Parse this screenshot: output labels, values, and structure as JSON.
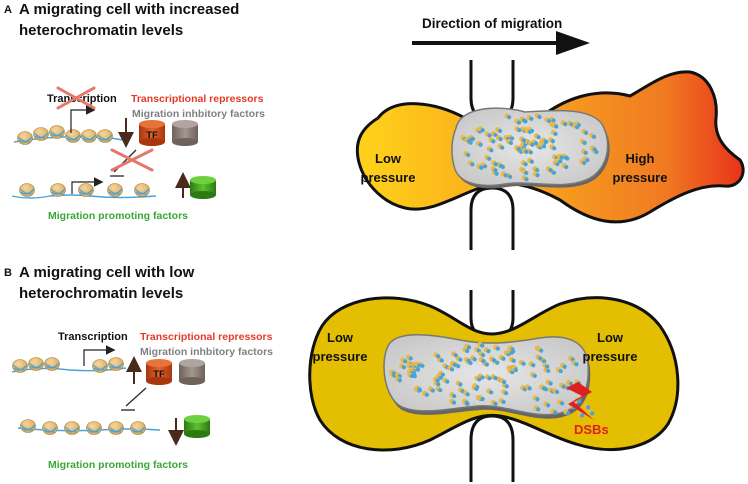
{
  "panel_a": {
    "letter": "A",
    "title_line1": "A migrating cell with increased",
    "title_line2": "heterochromatin levels",
    "transcription": "Transcription",
    "repressors": "Transcriptional repressors",
    "inhibitory": "Migration inhbitory factors",
    "tf": "TF",
    "promoting": "Migration promoting factors",
    "low_line1": "Low",
    "low_line2": "pressure",
    "high_line1": "High",
    "high_line2": "pressure",
    "direction": "Direction of migration"
  },
  "panel_b": {
    "letter": "B",
    "title_line1": "A migrating cell with low",
    "title_line2": "heterochromatin levels",
    "transcription": "Transcription",
    "repressors": "Transcriptional repressors",
    "inhibitory": "Migration inhbitory factors",
    "tf": "TF",
    "promoting": "Migration promoting factors",
    "left_line1": "Low",
    "left_line2": "pressure",
    "right_line1": "Low",
    "right_line2": "pressure",
    "dsbs": "DSBs"
  },
  "colors": {
    "repressor_red": "#e53a2a",
    "inhibitory_gray": "#808080",
    "promoting_green": "#3aa635",
    "dna_blue": "#4aa3d8",
    "cell_yellow": "#e4be00",
    "cell_orange": "#f08a2a",
    "nucleus_gray": "#d8d8d8",
    "tf_orange": "#d4511d",
    "inhibitor_brown": "#8f8078",
    "promoter_green": "#3a9a1a",
    "arrow_brown": "#4a2a1a",
    "dsb_red": "#e02020"
  }
}
